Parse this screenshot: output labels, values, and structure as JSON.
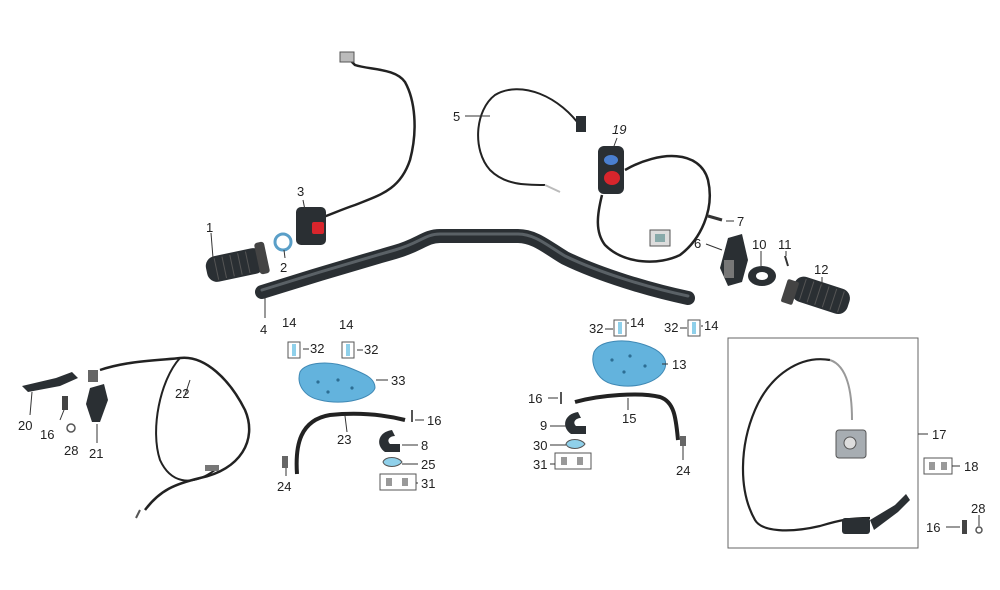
{
  "colors": {
    "background": "#ffffff",
    "part_dark": "#2a2f33",
    "handguard": "#63b3dd",
    "handguard_edge": "#3f88b4",
    "switch_red": "#d8252c",
    "switch_blue": "#4a7fd0",
    "chrome": "#a7adb2",
    "clamp_fill": "#8fd0ea",
    "label": "#222222",
    "box_border": "#666666"
  },
  "labels": {
    "p1": "1",
    "p2": "2",
    "p3": "3",
    "p4": "4",
    "p5": "5",
    "p6": "6",
    "p7": "7",
    "p8": "8",
    "p9": "9",
    "p10": "10",
    "p11": "11",
    "p12": "12",
    "p13": "13",
    "p14a": "14",
    "p14b": "14",
    "p14c": "14",
    "p14d": "14",
    "p15": "15",
    "p16a": "16",
    "p16b": "16",
    "p16c": "16",
    "p16d": "16",
    "p17": "17",
    "p18": "18",
    "p19": "19",
    "p20": "20",
    "p21": "21",
    "p22": "22",
    "p23": "23",
    "p24a": "24",
    "p24b": "24",
    "p25": "25",
    "p28a": "28",
    "p28b": "28",
    "p30": "30",
    "p31a": "31",
    "p31b": "31",
    "p32a": "32",
    "p32b": "32",
    "p32c": "32",
    "p32d": "32",
    "p33": "33"
  }
}
